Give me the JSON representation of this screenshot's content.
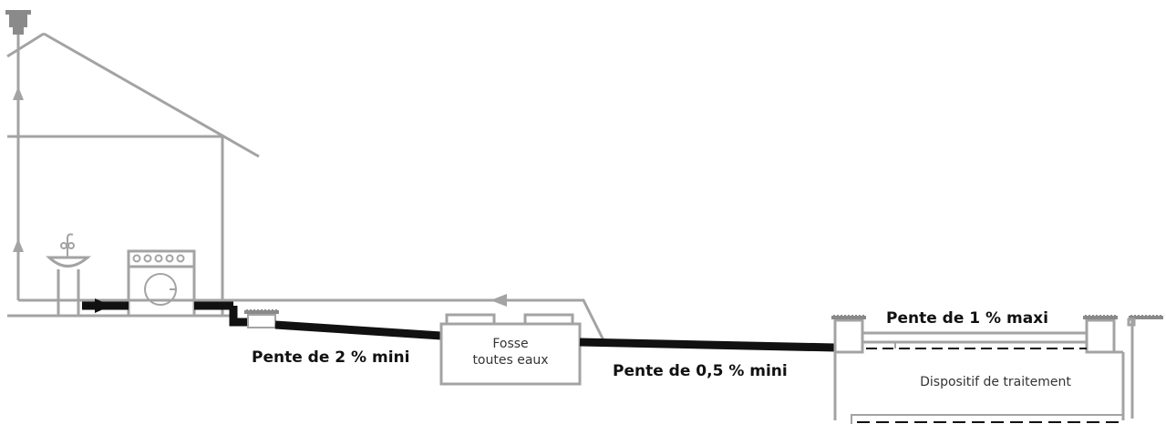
{
  "labels": {
    "slope_2": "Pente de 2 % mini",
    "tank_line1": "Fosse",
    "tank_line2": "toutes eaux",
    "slope_05": "Pente de 0,5 % mini",
    "slope_1": "Pente de 1 % maxi",
    "treatment": "Dispositif de traitement"
  },
  "colors": {
    "structure": "#a3a3a3",
    "pipe": "#111111",
    "text": "#111111"
  },
  "icons": [
    "roof-vent-icon",
    "washbasin-icon",
    "washing-machine-icon",
    "flow-arrow-icon",
    "inspection-cover-icon"
  ]
}
